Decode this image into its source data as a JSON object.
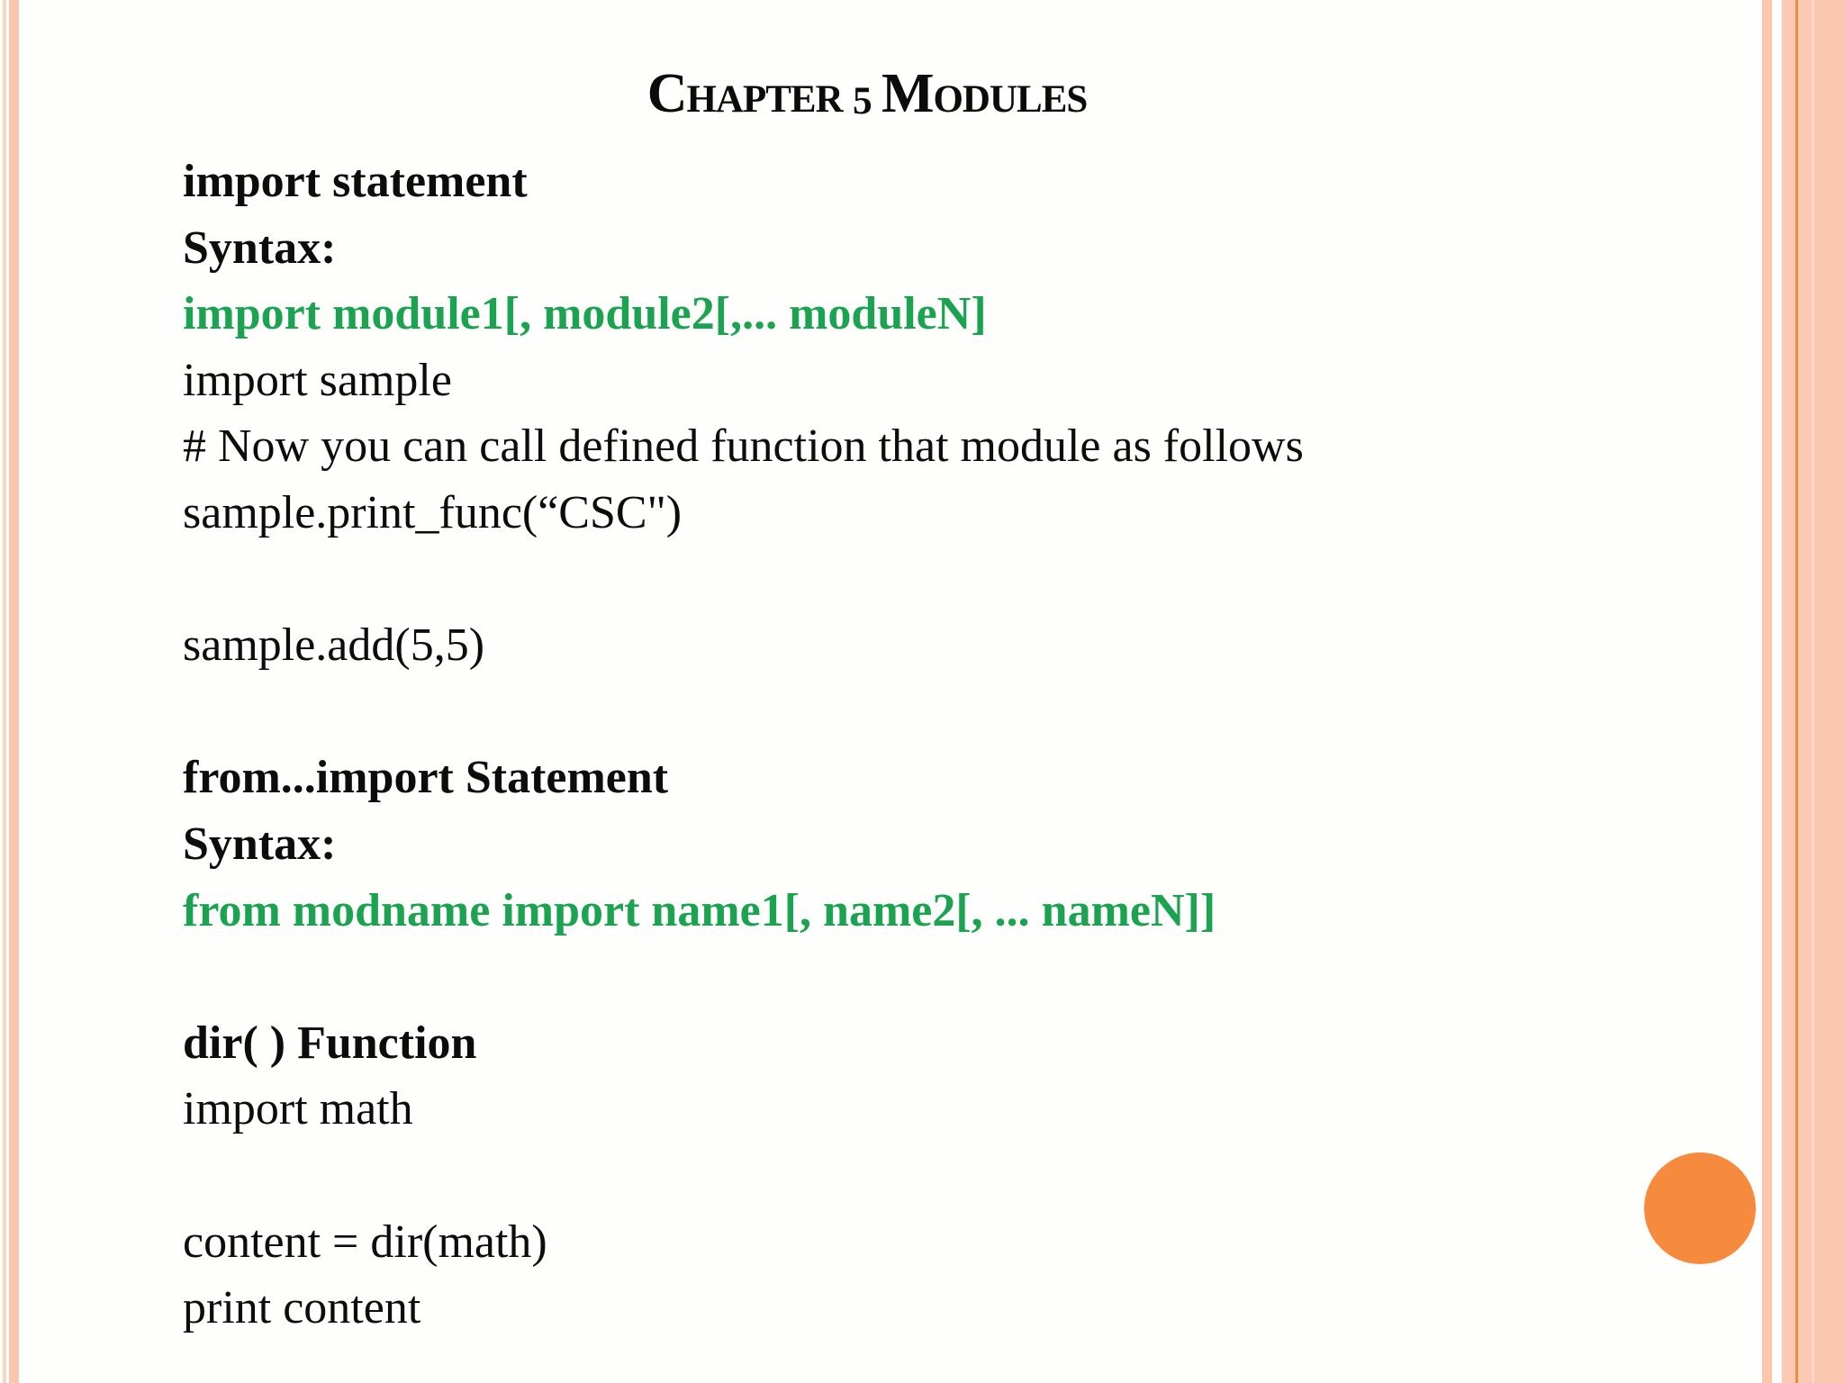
{
  "slide": {
    "title": {
      "part1": "Chapter",
      "number": "5",
      "part2": "Modules",
      "full": "Chapter 5 Modules"
    },
    "lines": [
      {
        "text": "import statement",
        "style": "bold"
      },
      {
        "text": "Syntax:",
        "style": "bold"
      },
      {
        "text": "import module1[, module2[,... moduleN]",
        "style": "bold-green"
      },
      {
        "text": "import sample",
        "style": "regular"
      },
      {
        "text": "# Now you can call defined function that module as follows",
        "style": "regular"
      },
      {
        "text": "sample.print_func(“CSC\")",
        "style": "regular"
      },
      {
        "text": "",
        "style": "blank"
      },
      {
        "text": "sample.add(5,5)",
        "style": "regular"
      },
      {
        "text": "",
        "style": "blank"
      },
      {
        "text": "from...import Statement",
        "style": "bold"
      },
      {
        "text": "Syntax:",
        "style": "bold"
      },
      {
        "text": "from modname import name1[, name2[, ... nameN]]",
        "style": "bold-green"
      },
      {
        "text": "",
        "style": "blank"
      },
      {
        "text": "dir( ) Function",
        "style": "bold"
      },
      {
        "text": "import math",
        "style": "regular"
      },
      {
        "text": "",
        "style": "blank"
      },
      {
        "text": "content = dir(math)",
        "style": "regular"
      },
      {
        "text": "print content",
        "style": "regular"
      }
    ],
    "colors": {
      "green": "#1CA351",
      "accent_circle": "#F78B3D",
      "stripe_light": "#FBD5C2",
      "stripe_main": "#F9C6AE",
      "band_peach": "#FCCAB2",
      "band_line": "#EA8C47",
      "band_hilite": "#FDD8C6",
      "band_deep": "#FBC7AE",
      "text_black": "#0C0C0C"
    }
  }
}
